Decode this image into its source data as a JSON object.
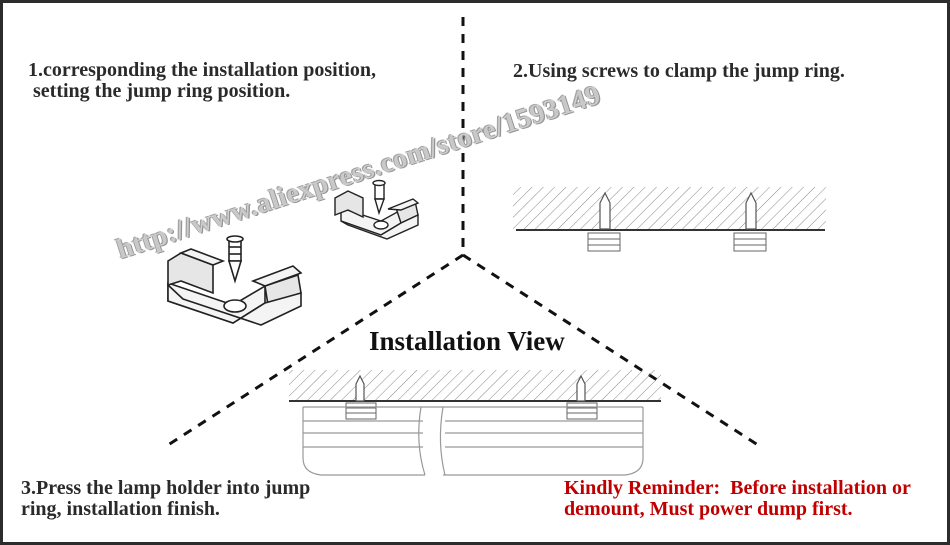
{
  "steps": {
    "step1": [
      "1.corresponding the installation position,",
      " setting the jump ring position."
    ],
    "step2": "2.Using screws to clamp the jump ring.",
    "step3": [
      "3.Press the lamp holder into jump",
      "ring, installation finish."
    ]
  },
  "center_title": "Installation View",
  "reminder": [
    "Kindly Reminder:  Before installation or",
    "demount, Must power dump first."
  ],
  "watermark": "http://www.aliexpress.com/store/1593149",
  "colors": {
    "text": "#2a2a2a",
    "reminder": "#c00000",
    "line": "#333333"
  }
}
